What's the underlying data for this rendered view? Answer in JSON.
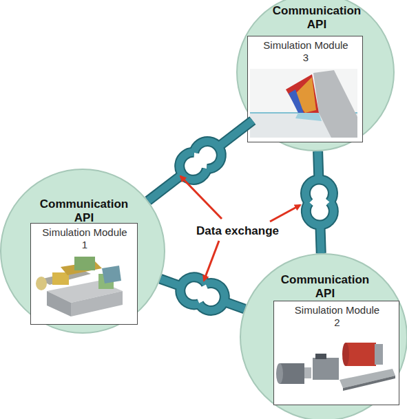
{
  "diagram": {
    "nodes": [
      {
        "text": [
          "Communication API"
        ]
      },
      {
        "text": [
          "Simulation Module 3"
        ],
        "in": 0
      },
      {
        "text": [
          "Communication API"
        ]
      },
      {
        "text": [
          "Simulation Module 1"
        ],
        "in": 2
      },
      {
        "text": [
          "Communication API"
        ]
      },
      {
        "text": [
          "Simulation Module 2"
        ],
        "in": 4
      }
    ],
    "edges": [
      {
        "from": 0,
        "to": 2,
        "arrow": "none"
      },
      {
        "from": 0,
        "to": 4,
        "arrow": "none"
      },
      {
        "from": 2,
        "to": 4,
        "arrow": "none"
      }
    ],
    "labels": [
      "Data exchange"
    ]
  }
}
